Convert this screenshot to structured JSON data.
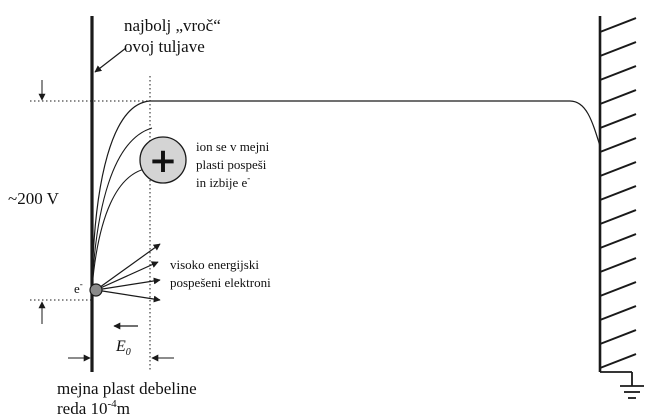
{
  "labels": {
    "hottest_shell_line1": "najbolj „vroč“",
    "hottest_shell_line2": "ovoj tuljave",
    "ion_line1": "ion se v mejni",
    "ion_line2": "plasti pospeši",
    "ion_line3": "in izbije e",
    "ion_line3_sup": "-",
    "voltage": "~200 V",
    "electrons_line1": "visoko energijski",
    "electrons_line2": "pospešeni elektroni",
    "electron": "e",
    "electron_sup": "-",
    "field": "E",
    "field_sub": "0",
    "sheath_line1": "mejna plast debeline",
    "sheath_line2_a": "reda 10",
    "sheath_line2_sup": "-4",
    "sheath_line2_b": "m",
    "ion_symbol": "+"
  },
  "colors": {
    "line": "#1a1a1a",
    "ion_fill": "#d4d4d4",
    "electron_fill": "#8a8a8a",
    "background": "#ffffff"
  },
  "icons": {
    "ground": "ground-symbol-icon",
    "ion": "ion-plus-icon",
    "electron": "electron-dot-icon"
  }
}
